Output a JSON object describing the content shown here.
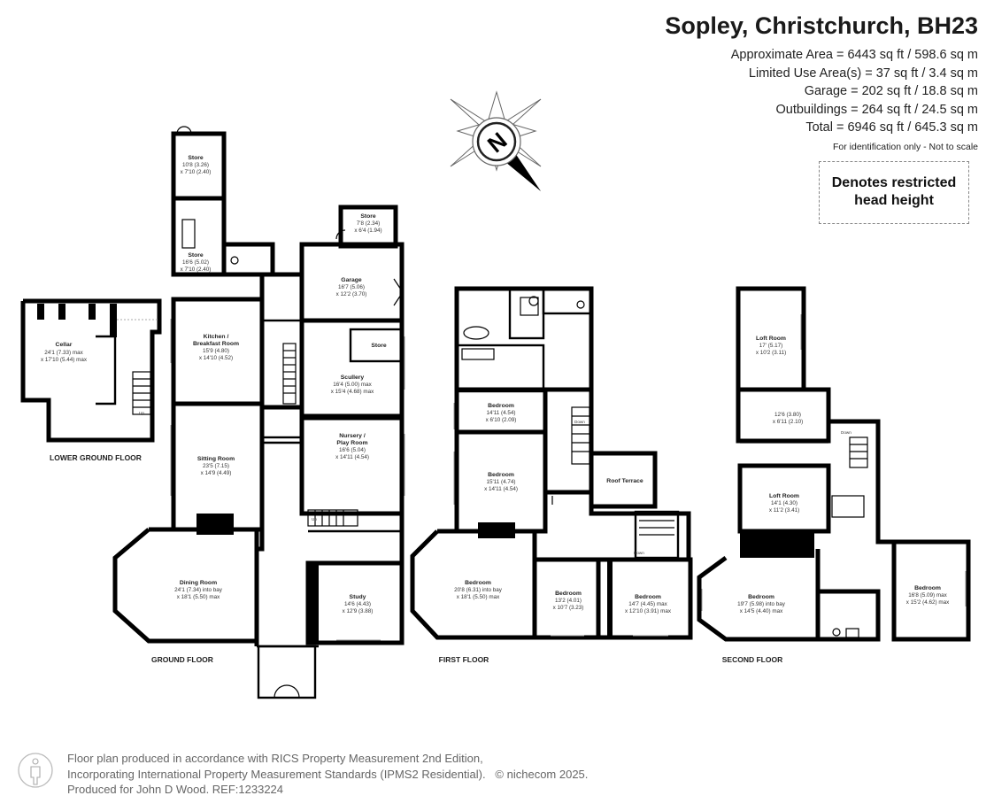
{
  "header": {
    "title": "Sopley, Christchurch, BH23",
    "stats": [
      "Approximate Area = 6443 sq ft / 598.6 sq m",
      "Limited Use Area(s) = 37 sq ft / 3.4 sq m",
      "Garage = 202 sq ft / 18.8 sq m",
      "Outbuildings = 264 sq ft / 24.5 sq m",
      "Total = 6946 sq ft / 645.3 sq m"
    ],
    "note": "For identification only - Not to scale",
    "restricted_line1": "Denotes restricted",
    "restricted_line2": "head height"
  },
  "compass": {
    "letter": "N"
  },
  "floors": {
    "lower_ground": "LOWER GROUND FLOOR",
    "ground": "GROUND FLOOR",
    "first": "FIRST FLOOR",
    "second": "SECOND FLOOR"
  },
  "rooms": {
    "cellar": {
      "name": "Cellar",
      "d1": "24'1 (7.33) max",
      "d2": "x 17'10 (5.44) max"
    },
    "store_a": {
      "name": "Store",
      "d1": "10'8 (3.26)",
      "d2": "x 7'10 (2.40)"
    },
    "store_b": {
      "name": "Store",
      "d1": "16'6 (5.02)",
      "d2": "x 7'10 (2.40)"
    },
    "store_c": {
      "name": "Store",
      "d1": "7'8 (2.34)",
      "d2": "x 6'4 (1.94)"
    },
    "garage": {
      "name": "Garage",
      "d1": "16'7 (5.06)",
      "d2": "x 12'2 (3.70)"
    },
    "kitchen": {
      "name1": "Kitchen /",
      "name2": "Breakfast Room",
      "d1": "15'9 (4.80)",
      "d2": "x 14'10 (4.52)"
    },
    "store_d": {
      "name": "Store"
    },
    "scullery": {
      "name": "Scullery",
      "d1": "16'4 (5.00) max",
      "d2": "x 15'4 (4.68) max"
    },
    "nursery": {
      "name1": "Nursery /",
      "name2": "Play Room",
      "d1": "16'6 (5.04)",
      "d2": "x 14'11 (4.54)"
    },
    "sitting": {
      "name": "Sitting Room",
      "d1": "23'5 (7.15)",
      "d2": "x 14'9 (4.49)"
    },
    "dining": {
      "name": "Dining Room",
      "d1": "24'1 (7.34) into bay",
      "d2": "x 18'1 (5.50) max"
    },
    "study": {
      "name": "Study",
      "d1": "14'6 (4.43)",
      "d2": "x 12'9 (3.88)"
    },
    "ff_bed1": {
      "name": "Bedroom",
      "d1": "14'11 (4.54)",
      "d2": "x 6'10 (2.09)"
    },
    "ff_bed2": {
      "name": "Bedroom",
      "d1": "15'11 (4.74)",
      "d2": "x 14'11 (4.54)"
    },
    "roof_terrace": {
      "name": "Roof Terrace"
    },
    "ff_bed3": {
      "name": "Bedroom",
      "d1": "20'8 (6.31) into bay",
      "d2": "x 18'1 (5.50) max"
    },
    "ff_bed4": {
      "name": "Bedroom",
      "d1": "13'2 (4.01)",
      "d2": "x 10'7 (3.23)"
    },
    "ff_bed5": {
      "name": "Bedroom",
      "d1": "14'7 (4.45) max",
      "d2": "x 12'10 (3.91) max"
    },
    "loft1": {
      "name": "Loft Room",
      "d1": "17' (5.17)",
      "d2": "x 10'2 (3.11)"
    },
    "sf_small": {
      "d1": "12'6 (3.80)",
      "d2": "x 6'11 (2.10)"
    },
    "loft2": {
      "name": "Loft Room",
      "d1": "14'1 (4.30)",
      "d2": "x 11'2 (3.41)"
    },
    "sf_bed1": {
      "name": "Bedroom",
      "d1": "19'7 (5.98) into bay",
      "d2": "x 14'5 (4.40) max"
    },
    "sf_bed2": {
      "name": "Bedroom",
      "d1": "16'8 (5.09) max",
      "d2": "x 15'2 (4.62) max"
    }
  },
  "stair_labels": {
    "up": "Up",
    "down": "Down"
  },
  "footer": {
    "line1": "Floor plan produced in accordance with RICS Property Measurement 2nd Edition,",
    "line2": "Incorporating International Property Measurement Standards (IPMS2 Residential).",
    "line3": "Produced for John D Wood.    REF:1233224",
    "copyright": "© nichecom 2025."
  }
}
